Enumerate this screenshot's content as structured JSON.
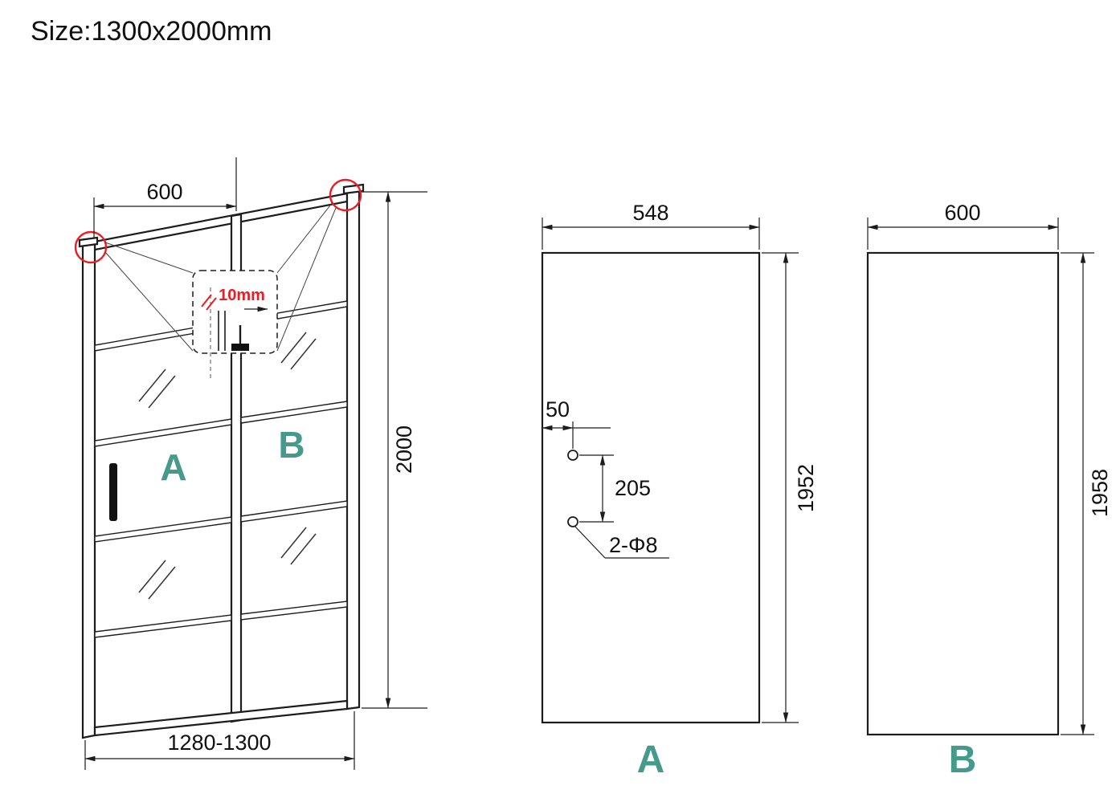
{
  "colors": {
    "accent_teal": "#459a8b",
    "highlight_red": "#ed1c24",
    "line_black": "#1c1c1c"
  },
  "header": {
    "size_label": "Size:1300x2000mm"
  },
  "assembly_view": {
    "top_width_dim": "600",
    "height_dim": "2000",
    "bottom_width_dim": "1280-1300",
    "glass_thickness_label": "10mm",
    "door_label": "A",
    "fixed_panel_label": "B"
  },
  "panel_a": {
    "width_dim": "548",
    "height_dim": "1952",
    "hole_edge_offset_dim": "50",
    "hole_spacing_dim": "205",
    "holes_label": "2-Φ8",
    "panel_label": "A"
  },
  "panel_b": {
    "width_dim": "600",
    "height_dim": "1958",
    "panel_label": "B"
  }
}
